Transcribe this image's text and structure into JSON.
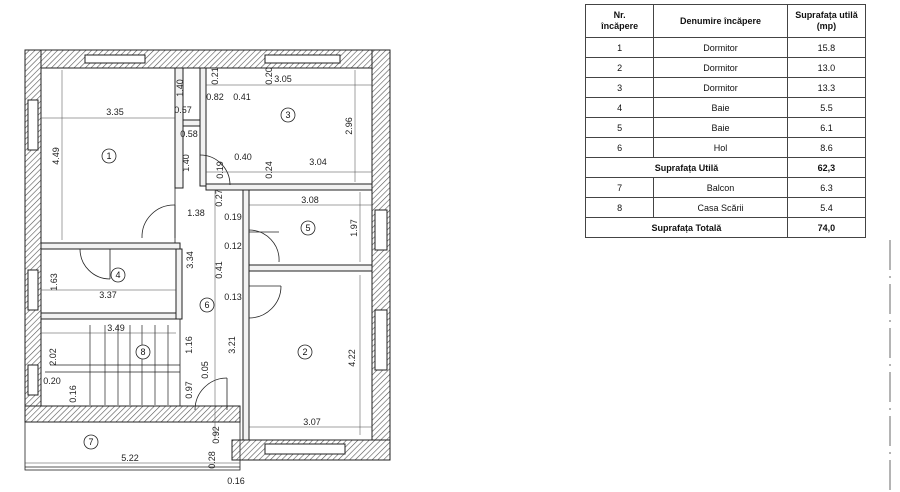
{
  "table": {
    "headers": {
      "nr_line1": "Nr.",
      "nr_line2": "încăpere",
      "name": "Denumire încăpere",
      "area_line1": "Suprafața utilă",
      "area_line2": "(mp)"
    },
    "rows": [
      {
        "nr": "1",
        "name": "Dormitor",
        "area": "15.8"
      },
      {
        "nr": "2",
        "name": "Dormitor",
        "area": "13.0"
      },
      {
        "nr": "3",
        "name": "Dormitor",
        "area": "13.3"
      },
      {
        "nr": "4",
        "name": "Baie",
        "area": "5.5"
      },
      {
        "nr": "5",
        "name": "Baie",
        "area": "6.1"
      },
      {
        "nr": "6",
        "name": "Hol",
        "area": "8.6"
      }
    ],
    "subtotal": {
      "label": "Suprafața Utilă",
      "value": "62,3"
    },
    "extra_rows": [
      {
        "nr": "7",
        "name": "Balcon",
        "area": "6.3"
      },
      {
        "nr": "8",
        "name": "Casa Scării",
        "area": "5.4"
      }
    ],
    "total": {
      "label": "Suprafața Totală",
      "value": "74,0"
    }
  },
  "plan": {
    "room_numbers": [
      "1",
      "2",
      "3",
      "4",
      "5",
      "6",
      "7",
      "8"
    ],
    "dimensions": [
      "1.40",
      "3.35",
      "0.57",
      "4.49",
      "0.58",
      "1.40",
      "0.21",
      "0.20",
      "0.82",
      "0.41",
      "3.05",
      "2.96",
      "0.40",
      "0.19",
      "0.24",
      "3.04",
      "1.38",
      "0.27",
      "0.19",
      "3.08",
      "1.97",
      "0.12",
      "3.34",
      "0.41",
      "0.13",
      "1.63",
      "3.37",
      "3.49",
      "1.16",
      "3.21",
      "4.22",
      "2.02",
      "0.20",
      "0.16",
      "0.05",
      "0.97",
      "0.92",
      "0.28",
      "5.22",
      "3.07",
      "0.16"
    ]
  }
}
